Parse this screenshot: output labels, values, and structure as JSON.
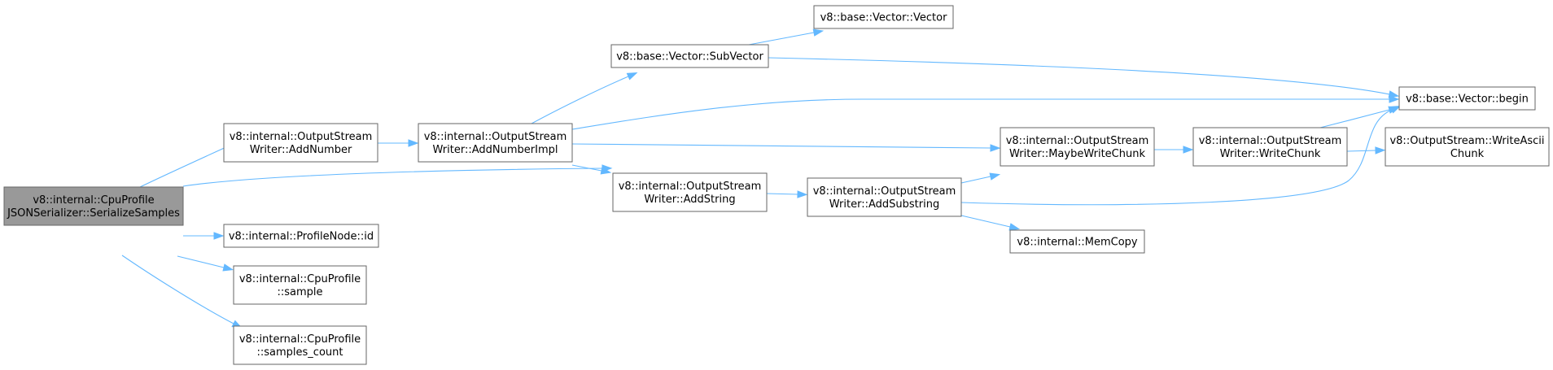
{
  "diagram": {
    "type": "call-graph",
    "colors": {
      "edge": "#63b8ff",
      "node_border": "#666666",
      "root_fill": "#999999",
      "node_fill": "#ffffff"
    },
    "nodes": [
      {
        "id": "root",
        "lines": [
          "v8::internal::CpuProfile",
          "JSONSerializer::SerializeSamples"
        ],
        "root": true
      },
      {
        "id": "addnumber",
        "lines": [
          "v8::internal::OutputStream",
          "Writer::AddNumber"
        ]
      },
      {
        "id": "nodeid",
        "lines": [
          "v8::internal::ProfileNode::id"
        ]
      },
      {
        "id": "sample",
        "lines": [
          "v8::internal::CpuProfile",
          "::sample"
        ]
      },
      {
        "id": "samplescount",
        "lines": [
          "v8::internal::CpuProfile",
          "::samples_count"
        ]
      },
      {
        "id": "addnumberimpl",
        "lines": [
          "v8::internal::OutputStream",
          "Writer::AddNumberImpl"
        ]
      },
      {
        "id": "addstring",
        "lines": [
          "v8::internal::OutputStream",
          "Writer::AddString"
        ]
      },
      {
        "id": "subvector",
        "lines": [
          "v8::base::Vector::SubVector"
        ]
      },
      {
        "id": "vector",
        "lines": [
          "v8::base::Vector::Vector"
        ]
      },
      {
        "id": "addsubstring",
        "lines": [
          "v8::internal::OutputStream",
          "Writer::AddSubstring"
        ]
      },
      {
        "id": "maybewritechunk",
        "lines": [
          "v8::internal::OutputStream",
          "Writer::MaybeWriteChunk"
        ]
      },
      {
        "id": "memcopy",
        "lines": [
          "v8::internal::MemCopy"
        ]
      },
      {
        "id": "writechunk",
        "lines": [
          "v8::internal::OutputStream",
          "Writer::WriteChunk"
        ]
      },
      {
        "id": "begin",
        "lines": [
          "v8::base::Vector::begin"
        ]
      },
      {
        "id": "writeascii",
        "lines": [
          "v8::OutputStream::WriteAscii",
          "Chunk"
        ]
      }
    ],
    "edges": [
      {
        "from": "root",
        "to": "addnumber"
      },
      {
        "from": "root",
        "to": "addstring"
      },
      {
        "from": "root",
        "to": "nodeid"
      },
      {
        "from": "root",
        "to": "sample"
      },
      {
        "from": "root",
        "to": "samplescount"
      },
      {
        "from": "addnumber",
        "to": "addnumberimpl"
      },
      {
        "from": "addnumberimpl",
        "to": "subvector"
      },
      {
        "from": "addnumberimpl",
        "to": "begin"
      },
      {
        "from": "addnumberimpl",
        "to": "maybewritechunk"
      },
      {
        "from": "addnumberimpl",
        "to": "addstring"
      },
      {
        "from": "subvector",
        "to": "vector"
      },
      {
        "from": "subvector",
        "to": "begin"
      },
      {
        "from": "addstring",
        "to": "addsubstring"
      },
      {
        "from": "addsubstring",
        "to": "maybewritechunk"
      },
      {
        "from": "addsubstring",
        "to": "memcopy"
      },
      {
        "from": "addsubstring",
        "to": "begin"
      },
      {
        "from": "maybewritechunk",
        "to": "writechunk"
      },
      {
        "from": "writechunk",
        "to": "begin"
      },
      {
        "from": "writechunk",
        "to": "writeascii"
      }
    ]
  }
}
